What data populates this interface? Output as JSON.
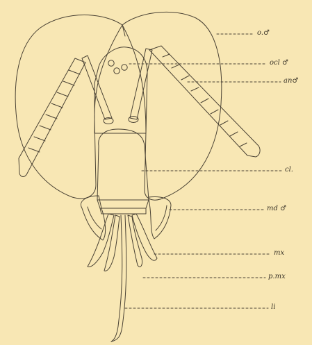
{
  "figure": {
    "background": "#f8e7b4",
    "ink": "#4a4234",
    "labels": [
      {
        "key": "compound-eye",
        "text": "o.♂"
      },
      {
        "key": "ocelli",
        "text": "ocl ♂"
      },
      {
        "key": "antenna",
        "text": "an♂"
      },
      {
        "key": "clypeus",
        "text": "cl."
      },
      {
        "key": "mandible",
        "text": "md ♂"
      },
      {
        "key": "maxilla",
        "text": "mx"
      },
      {
        "key": "maxillary-palp",
        "text": "p.mx"
      },
      {
        "key": "labium",
        "text": "li"
      }
    ]
  }
}
